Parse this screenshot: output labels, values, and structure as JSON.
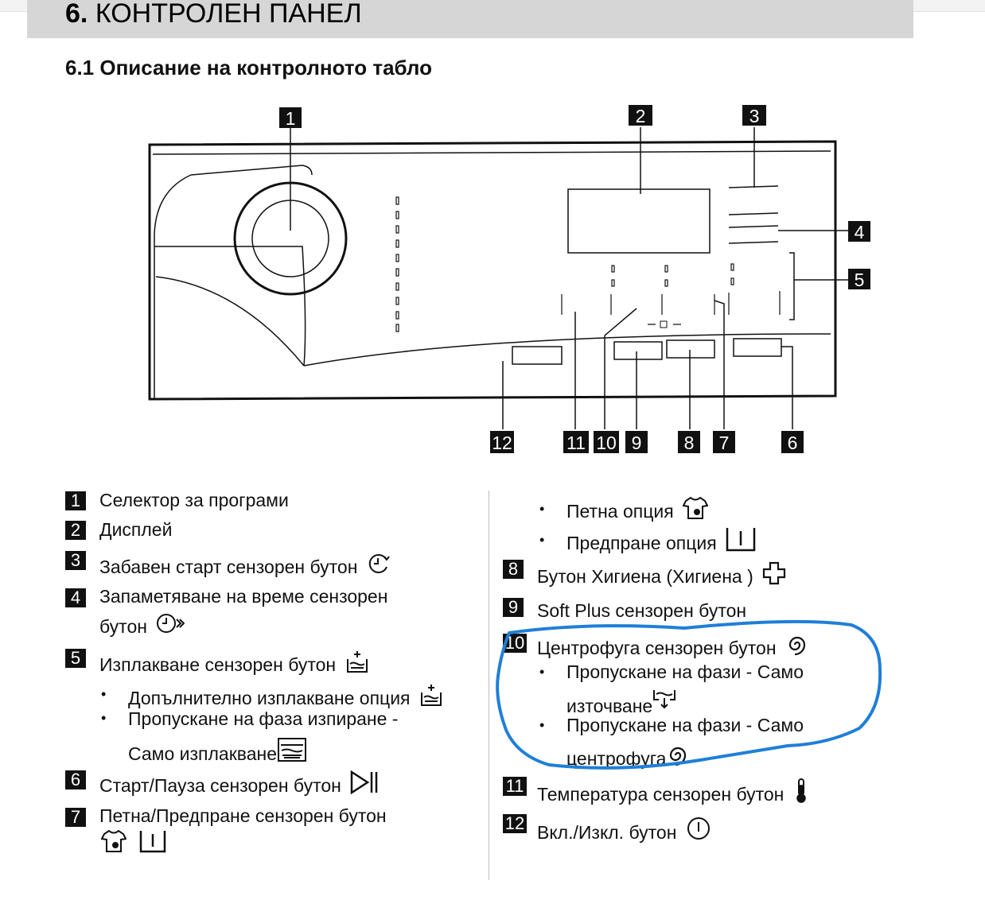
{
  "section": {
    "number": "6.",
    "title": "КОНТРОЛЕН ПАНЕЛ"
  },
  "subtitle": "6.1 Описание на контролното табло",
  "callouts": [
    "1",
    "2",
    "3",
    "4",
    "5",
    "6",
    "7",
    "8",
    "9",
    "10",
    "11",
    "12"
  ],
  "legend": {
    "i1": {
      "num": "1",
      "text": "Селектор за програми"
    },
    "i2": {
      "num": "2",
      "text": "Дисплей"
    },
    "i3": {
      "num": "3",
      "text": "Забавен старт сензорен бутон",
      "icon": "delay-start-icon"
    },
    "i4": {
      "num": "4",
      "text1": "Запаметяване на време сензорен",
      "text2": "бутон",
      "icon": "time-save-icon"
    },
    "i5": {
      "num": "5",
      "text": "Изплакване сензорен бутон",
      "icon": "rinse-icon",
      "b1": "Допълнително изплакване опция",
      "b2a": "Пропускане на фаза изпиране -",
      "b2b": "Само изплакване"
    },
    "i6": {
      "num": "6",
      "text": "Старт/Пауза сензорен бутон",
      "icon": "start-pause-icon"
    },
    "i7": {
      "num": "7",
      "text": "Петна/Предпране сензорен бутон",
      "icons": [
        "stain-icon",
        "prewash-icon"
      ],
      "b1": "Петна опция",
      "b2": "Предпране опция"
    },
    "i8": {
      "num": "8",
      "text": "Бутон Хигиена (Хигиена )",
      "icon": "hygiene-cross-icon"
    },
    "i9": {
      "num": "9",
      "text": "Soft Plus сензорен бутон"
    },
    "i10": {
      "num": "10",
      "text": "Центрофуга сензорен бутон",
      "icon": "spin-icon",
      "b1a": "Пропускане на фази - Само",
      "b1b": "източване",
      "b2a": "Пропускане на фази - Само",
      "b2b": "центрофуга"
    },
    "i11": {
      "num": "11",
      "text": "Температура сензорен бутон",
      "icon": "thermometer-icon"
    },
    "i12": {
      "num": "12",
      "text": "Вкл./Изкл. бутон",
      "icon": "power-icon"
    }
  },
  "colors": {
    "annotation": "#1f7fd8",
    "badge": "#111111",
    "section_bar": "#d6d6d6"
  }
}
